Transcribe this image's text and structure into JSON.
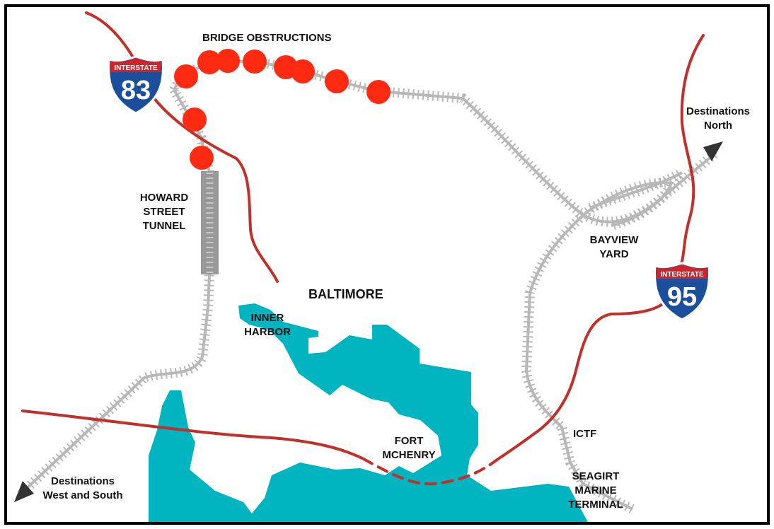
{
  "labels": {
    "bridge_obstructions": "BRIDGE OBSTRUCTIONS",
    "howard_street_tunnel": "HOWARD\nSTREET\nTUNNEL",
    "baltimore": "BALTIMORE",
    "inner_harbor": "INNER\nHARBOR",
    "fort_mchenry": "FORT\nMCHENRY",
    "bayview_yard": "BAYVIEW\nYARD",
    "destinations_north": "Destinations\nNorth",
    "destinations_west_south": "Destinations\nWest and South",
    "ictf": "ICTF",
    "seagirt": "SEAGIRT\nMARINE\nTERMINAL"
  },
  "shields": {
    "i83": {
      "top": "INTERSTATE",
      "number": "83"
    },
    "i95": {
      "top": "INTERSTATE",
      "number": "95"
    }
  },
  "colors": {
    "water": "#00b4c0",
    "highway": "#c0312b",
    "rail": "#b8b8b8",
    "obstruction": "#ff2a12",
    "tunnel": "#999999",
    "shield_blue": "#1b4f9c",
    "shield_red": "#d2232a"
  }
}
